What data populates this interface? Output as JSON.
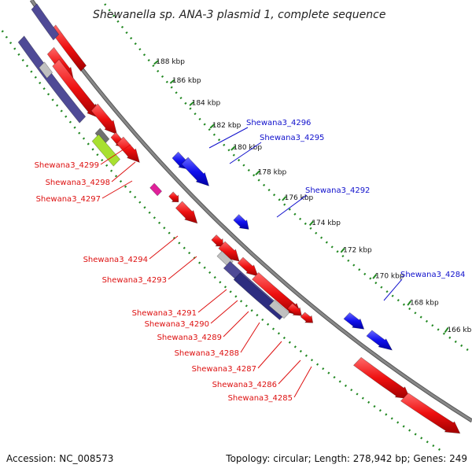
{
  "title": "Shewanella sp. ANA-3 plasmid 1, complete sequence",
  "footer": {
    "accession": "Accession: NC_008573",
    "topology": "Topology: circular; Length: 278,942 bp; Genes: 249"
  },
  "colors": {
    "plus_strand": "#1010ee",
    "minus_strand": "#ee1010",
    "label_plus": "#1010cc",
    "label_minus": "#dd1010",
    "backbone": "#888888",
    "ticks": "#228822",
    "navy": "#2d2d80",
    "slate": "#4f4a96",
    "lime": "#a8e030",
    "magenta": "#e0209a",
    "gray": "#c0c0c0",
    "darkgray": "#707070"
  },
  "scale_ticks": [
    {
      "label": "188 kbp"
    },
    {
      "label": "186 kbp"
    },
    {
      "label": "184 kbp"
    },
    {
      "label": "182 kbp"
    },
    {
      "label": "180 kbp"
    },
    {
      "label": "178 kbp"
    },
    {
      "label": "176 kbp"
    },
    {
      "label": "174 kbp"
    },
    {
      "label": "172 kbp"
    },
    {
      "label": "170 kbp"
    },
    {
      "label": "168 kbp"
    },
    {
      "label": "166 kbp"
    }
  ],
  "gene_labels_plus": [
    {
      "name": "Shewana3_4296"
    },
    {
      "name": "Shewana3_4295"
    },
    {
      "name": "Shewana3_4292"
    },
    {
      "name": "Shewana3_4284"
    }
  ],
  "gene_labels_minus": [
    {
      "name": "Shewana3_4299"
    },
    {
      "name": "Shewana3_4298"
    },
    {
      "name": "Shewana3_4297"
    },
    {
      "name": "Shewana3_4294"
    },
    {
      "name": "Shewana3_4293"
    },
    {
      "name": "Shewana3_4291"
    },
    {
      "name": "Shewana3_4290"
    },
    {
      "name": "Shewana3_4289"
    },
    {
      "name": "Shewana3_4288"
    },
    {
      "name": "Shewana3_4287"
    },
    {
      "name": "Shewana3_4286"
    },
    {
      "name": "Shewana3_4285"
    }
  ]
}
